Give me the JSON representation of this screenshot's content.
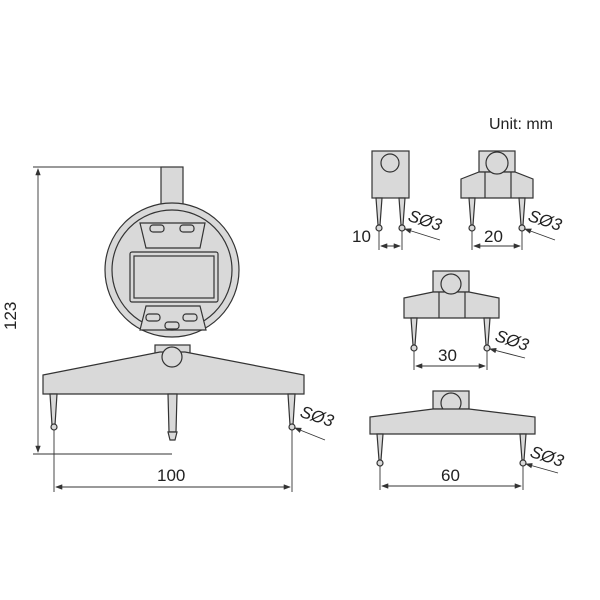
{
  "unit_label": "Unit: mm",
  "colors": {
    "fill": "#d9d9d9",
    "stroke": "#333333",
    "text": "#222222"
  },
  "main": {
    "height_dim": "123",
    "width_dim": "100",
    "ball": "SØ3"
  },
  "variants": [
    {
      "spacing": "10",
      "ball": "SØ3"
    },
    {
      "spacing": "20",
      "ball": "SØ3"
    },
    {
      "spacing": "30",
      "ball": "SØ3"
    },
    {
      "spacing": "60",
      "ball": "SØ3"
    }
  ]
}
